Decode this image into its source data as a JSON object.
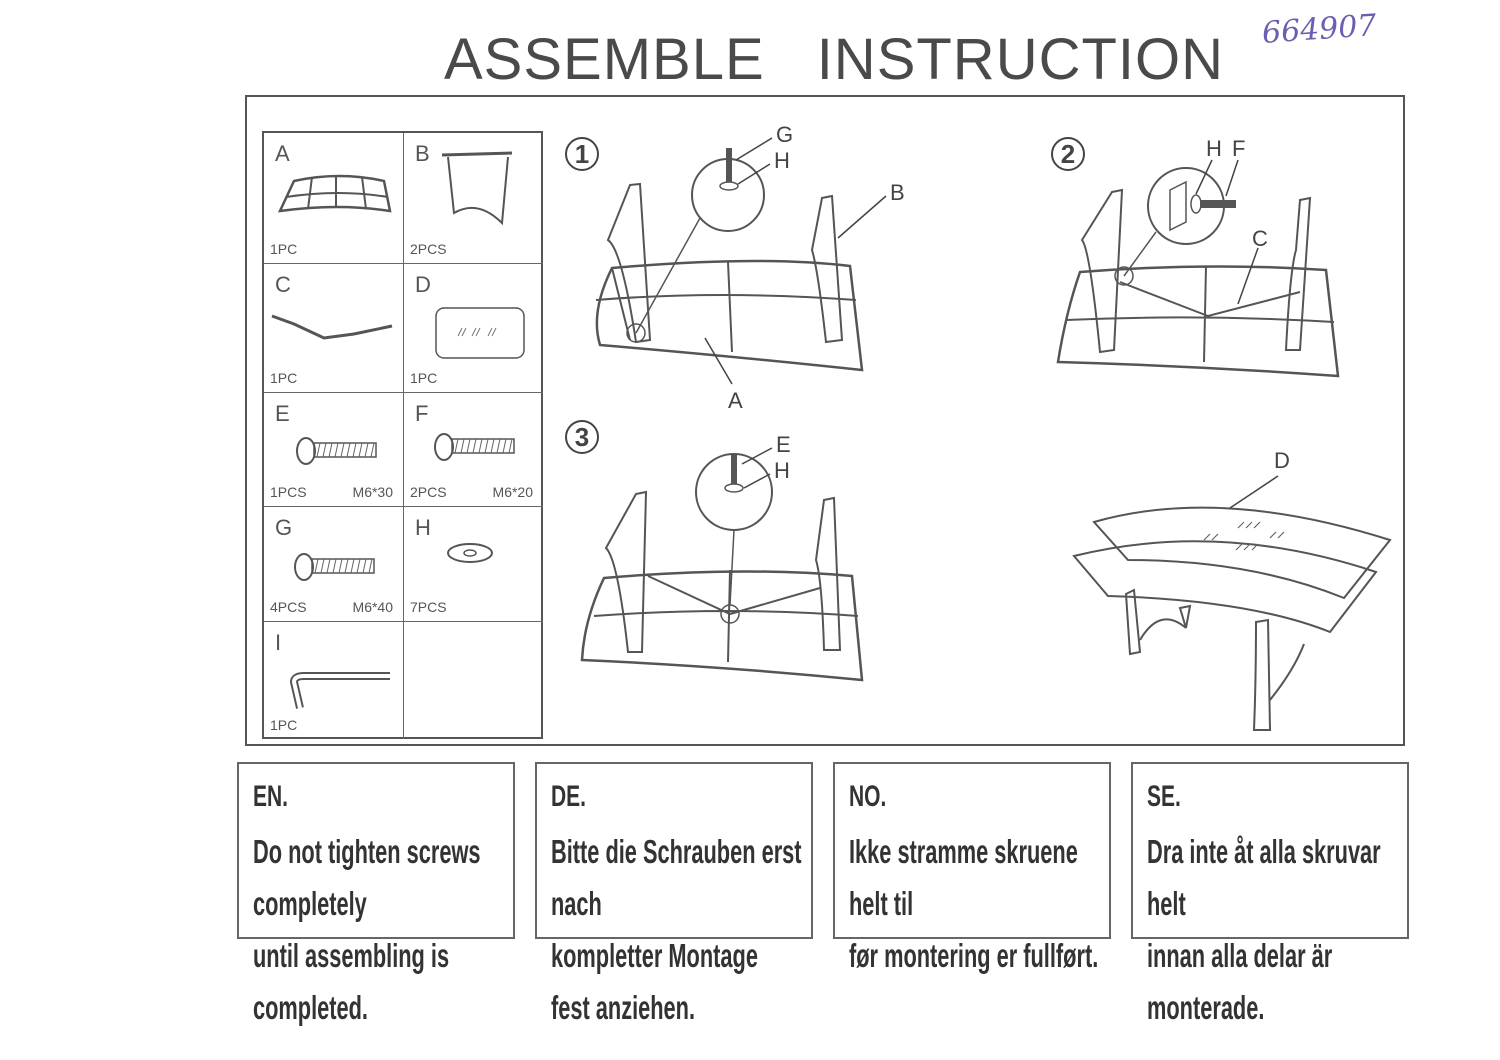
{
  "title": {
    "word1": "ASSEMBLE",
    "word2": "INSTRUCTION"
  },
  "handwritten_note": "664907",
  "parts": [
    {
      "letter": "A",
      "qty": "1PC",
      "spec": ""
    },
    {
      "letter": "B",
      "qty": "2PCS",
      "spec": ""
    },
    {
      "letter": "C",
      "qty": "1PC",
      "spec": ""
    },
    {
      "letter": "D",
      "qty": "1PC",
      "spec": ""
    },
    {
      "letter": "E",
      "qty": "1PCS",
      "spec": "M6*30"
    },
    {
      "letter": "F",
      "qty": "2PCS",
      "spec": "M6*20"
    },
    {
      "letter": "G",
      "qty": "4PCS",
      "spec": "M6*40"
    },
    {
      "letter": "H",
      "qty": "7PCS",
      "spec": ""
    },
    {
      "letter": "I",
      "qty": "1PC",
      "spec": ""
    }
  ],
  "steps": {
    "step1": {
      "number": "1",
      "labels": [
        "G",
        "H",
        "B",
        "A"
      ]
    },
    "step2": {
      "number": "2",
      "labels": [
        "H",
        "F",
        "C"
      ]
    },
    "step3": {
      "number": "3",
      "labels": [
        "E",
        "H"
      ]
    },
    "final": {
      "labels": [
        "D"
      ]
    }
  },
  "notes": [
    {
      "lang": "EN.",
      "line1": "Do not tighten screws completely",
      "line2": "until assembling is completed."
    },
    {
      "lang": "DE.",
      "line1": "Bitte die Schrauben erst nach",
      "line2": "kompletter Montage fest anziehen."
    },
    {
      "lang": "NO.",
      "line1": "Ikke stramme skruene helt til",
      "line2": "før montering er fullført."
    },
    {
      "lang": "SE.",
      "line1": "Dra inte åt alla skruvar helt",
      "line2": "innan alla delar är monterade."
    }
  ]
}
